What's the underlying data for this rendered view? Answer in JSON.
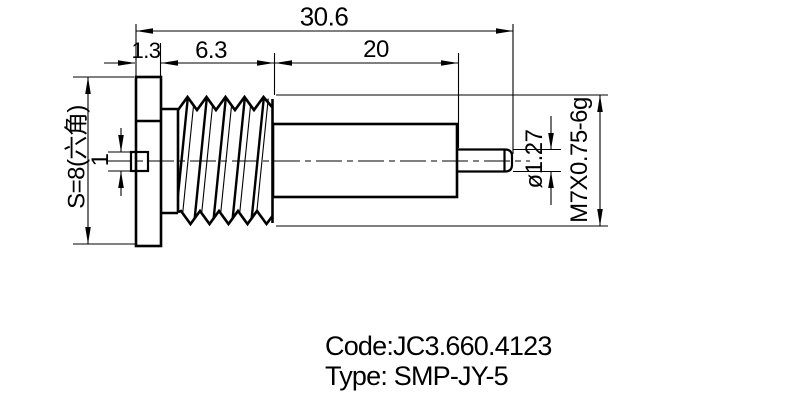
{
  "drawing": {
    "title_hint": "connector outline drawing",
    "dimensions": {
      "overall_length": "30.6",
      "flange_thickness": "1.3",
      "thread_length": "6.3",
      "body_length": "20",
      "left_pin_size": "1",
      "hex_across_flats": "S=8(六角)",
      "pin_diameter": "ø1.27",
      "thread_spec": "M7X0.75-6g"
    },
    "footer": {
      "code": "Code:JC3.660.4123",
      "type": "Type: SMP-JY-5"
    },
    "colors": {
      "line": "#000000",
      "background": "#ffffff"
    }
  }
}
